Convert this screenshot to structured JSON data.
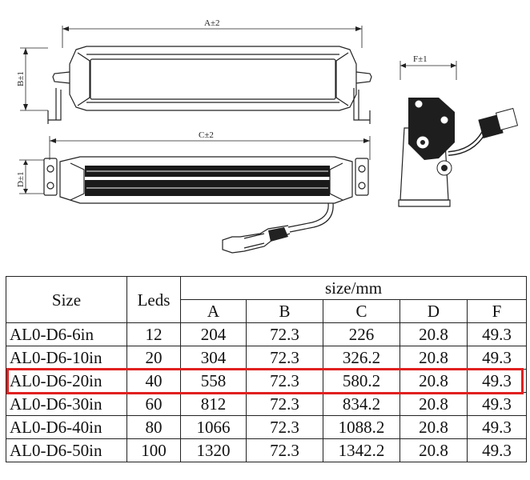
{
  "drawing": {
    "dim_a": "A±2",
    "dim_b": "B±1",
    "dim_c": "C±2",
    "dim_d": "D±1",
    "dim_f": "F±1"
  },
  "table": {
    "size_header": "Size",
    "leds_header": "Leds",
    "unit_header": "size/mm",
    "columns": [
      "A",
      "B",
      "C",
      "D",
      "F"
    ],
    "rows": [
      {
        "size": "AL0-D6-6in",
        "leds": "12",
        "A": "204",
        "B": "72.3",
        "C": "226",
        "D": "20.8",
        "F": "49.3"
      },
      {
        "size": "AL0-D6-10in",
        "leds": "20",
        "A": "304",
        "B": "72.3",
        "C": "326.2",
        "D": "20.8",
        "F": "49.3"
      },
      {
        "size": "AL0-D6-20in",
        "leds": "40",
        "A": "558",
        "B": "72.3",
        "C": "580.2",
        "D": "20.8",
        "F": "49.3"
      },
      {
        "size": "AL0-D6-30in",
        "leds": "60",
        "A": "812",
        "B": "72.3",
        "C": "834.2",
        "D": "20.8",
        "F": "49.3"
      },
      {
        "size": "AL0-D6-40in",
        "leds": "80",
        "A": "1066",
        "B": "72.3",
        "C": "1088.2",
        "D": "20.8",
        "F": "49.3"
      },
      {
        "size": "AL0-D6-50in",
        "leds": "100",
        "A": "1320",
        "B": "72.3",
        "C": "1342.2",
        "D": "20.8",
        "F": "49.3"
      }
    ],
    "highlighted_row": 2,
    "highlight_color": "#e02020"
  }
}
